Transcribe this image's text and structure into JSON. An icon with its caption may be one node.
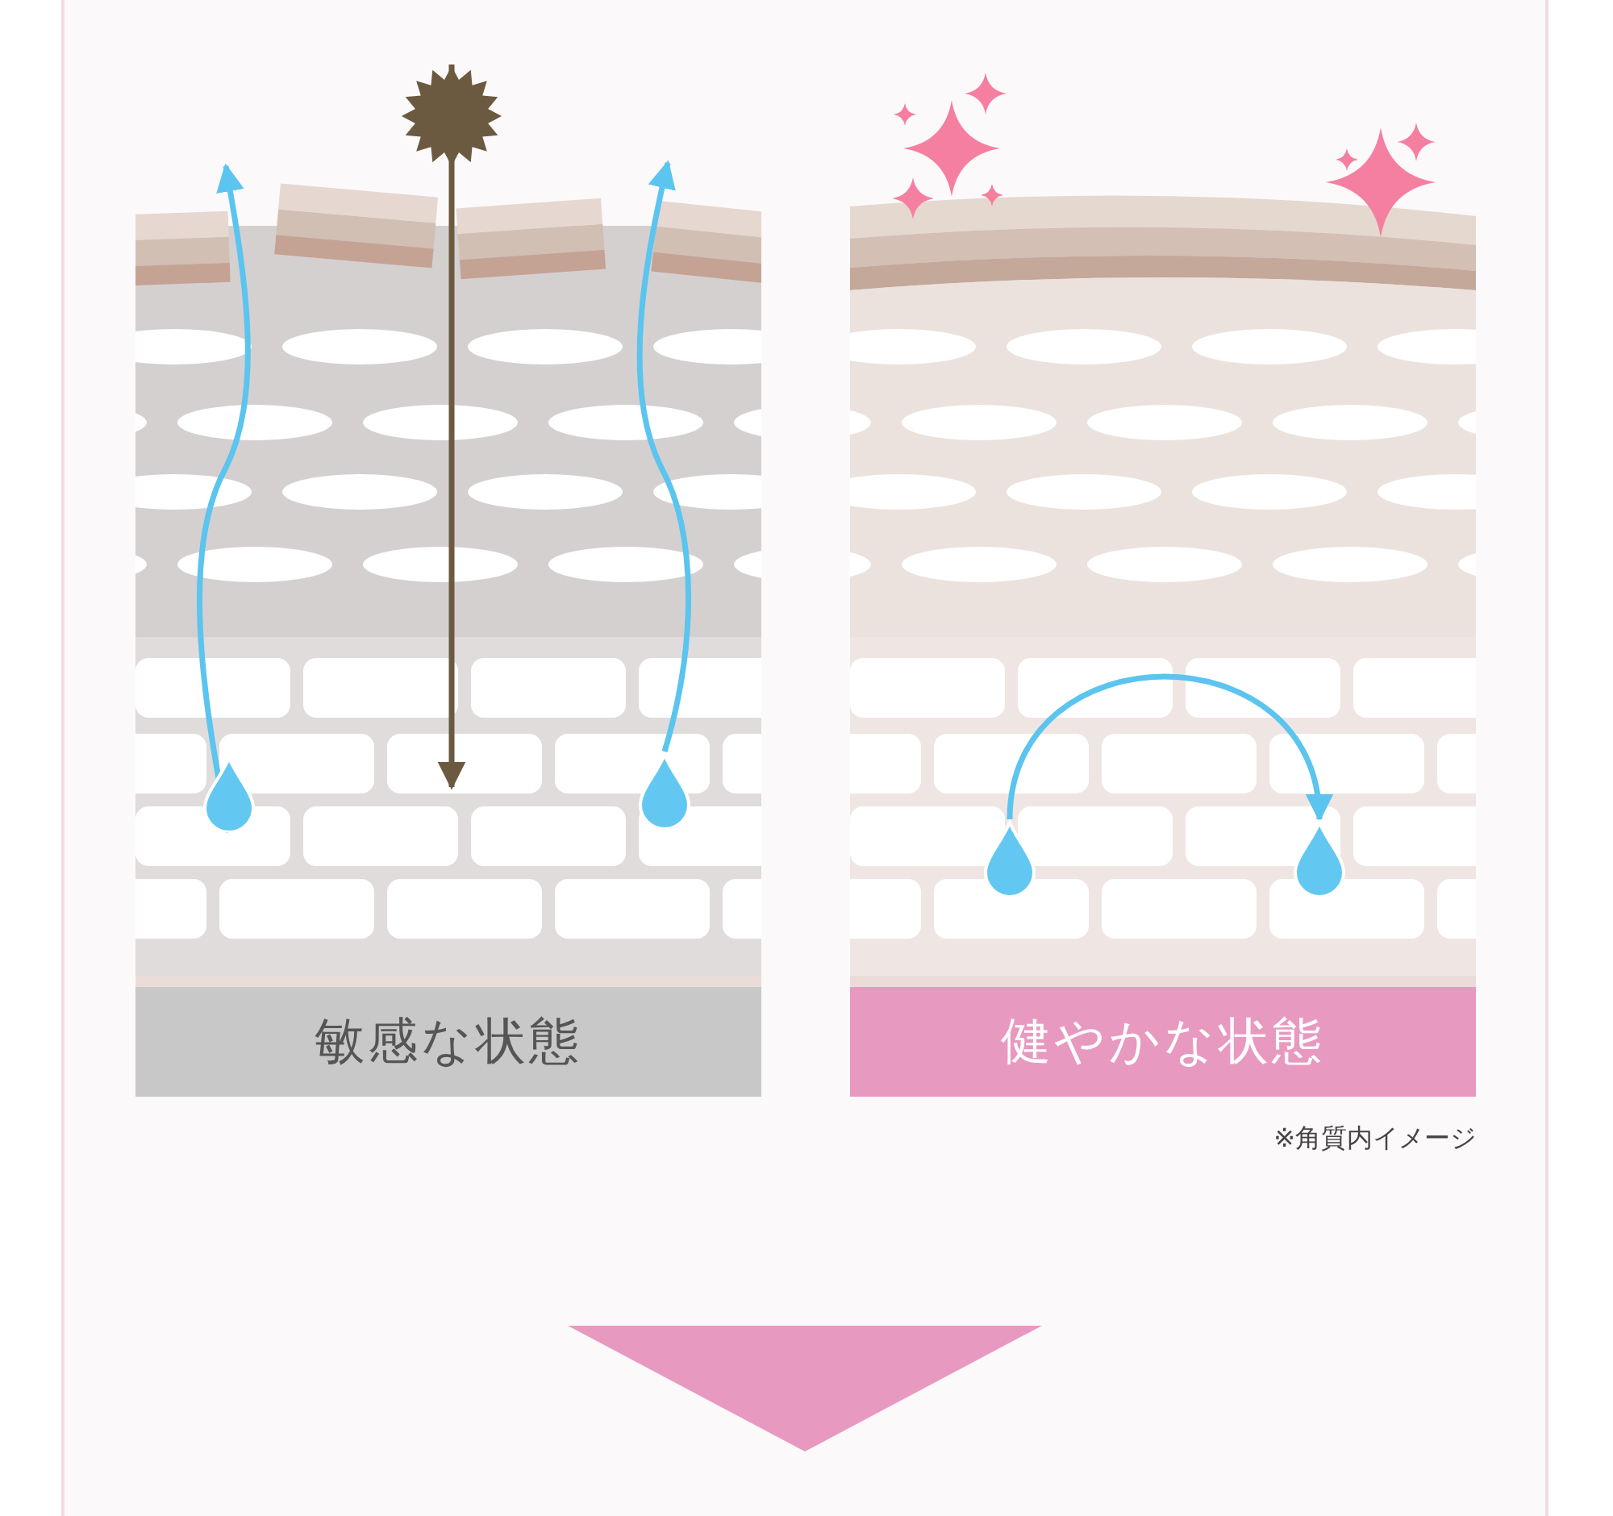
{
  "diagram": {
    "nodes": [
      {
        "text": [
          "敏感な状態"
        ]
      },
      {
        "text": [
          "健やかな状態"
        ]
      },
      {
        "text": [],
        "shape": "drop"
      },
      {
        "text": [],
        "shape": "drop"
      },
      {
        "text": [],
        "shape": "picture"
      },
      {
        "text": [],
        "shape": "drop"
      },
      {
        "text": [],
        "shape": "drop"
      }
    ],
    "edges": [
      {
        "from": 2,
        "to": null,
        "arrow": "to"
      },
      {
        "from": 3,
        "to": null,
        "arrow": "to"
      },
      {
        "from": 4,
        "to": null,
        "arrow": "to",
        "color": "#6b5a40"
      },
      {
        "from": 5,
        "to": 6,
        "arrow": "to"
      }
    ],
    "labels": [
      "※角質内イメージ"
    ]
  }
}
